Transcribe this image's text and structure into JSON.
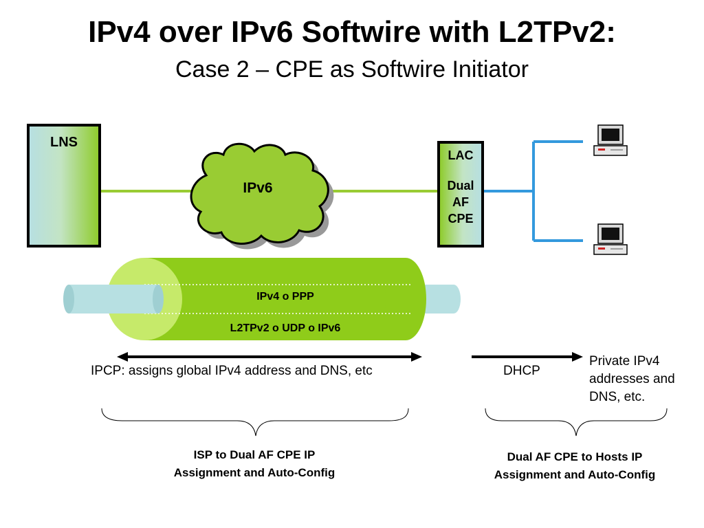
{
  "title": "IPv4 over IPv6 Softwire with L2TPv2:",
  "subtitle": "Case 2 – CPE as Softwire Initiator",
  "lns_label": "LNS",
  "cloud_label": "IPv6",
  "cpe": {
    "line1": "LAC",
    "line2": "Dual",
    "line3": "AF",
    "line4": "CPE"
  },
  "tunnel": {
    "inner_label": "IPv4 o PPP",
    "outer_label": "L2TPv2 o UDP o IPv6"
  },
  "ipcp_label": "IPCP: assigns global IPv4 address and DNS, etc",
  "dhcp_label": "DHCP",
  "private": {
    "line1": "Private IPv4",
    "line2": "addresses and",
    "line3": "DNS, etc."
  },
  "left_caption": {
    "line1": "ISP to Dual AF CPE IP",
    "line2": "Assignment and Auto-Config"
  },
  "right_caption": {
    "line1": "Dual AF CPE to Hosts IP",
    "line2": "Assignment and Auto-Config"
  },
  "hosts": [
    "computer-icon",
    "computer-icon"
  ],
  "colors": {
    "green_link": "#99cc33",
    "blue_link": "#3399dd",
    "tunnel_green": "#8fcc1a",
    "pipe_blue": "#b7e0e2"
  }
}
